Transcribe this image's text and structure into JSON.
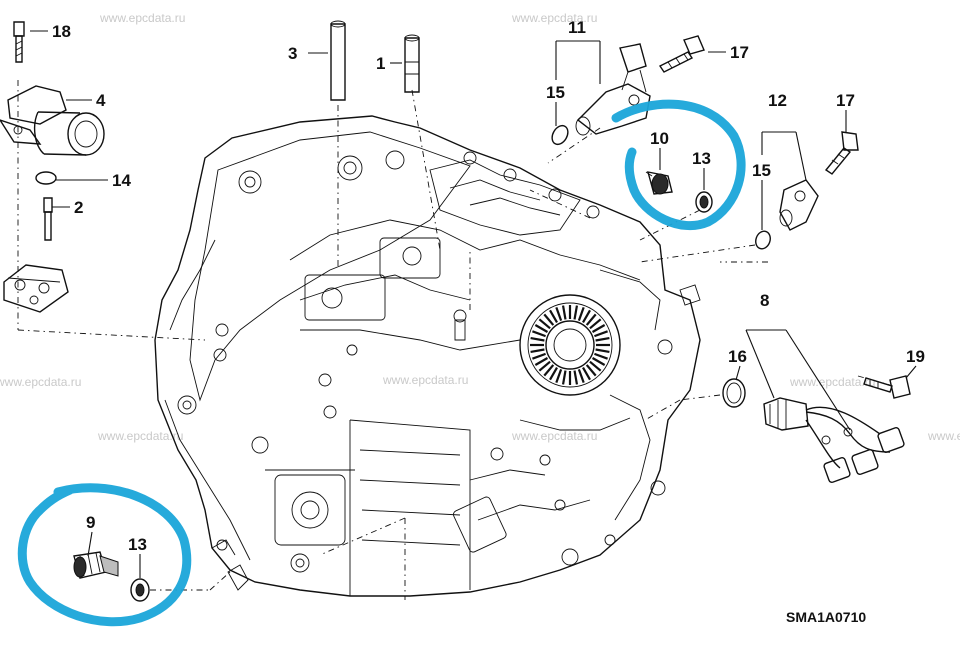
{
  "diagram_code": "SMA1A0710",
  "watermark": "www.epcdata.ru",
  "highlight_color": "#1aa5d9",
  "callouts": {
    "c1": "1",
    "c2": "2",
    "c3": "3",
    "c4": "4",
    "c8": "8",
    "c9": "9",
    "c10": "10",
    "c11": "11",
    "c12": "12",
    "c13a": "13",
    "c13b": "13",
    "c14": "14",
    "c15a": "15",
    "c15b": "15",
    "c16": "16",
    "c17a": "17",
    "c17b": "17",
    "c18": "18",
    "c19": "19"
  },
  "highlighted_parts": [
    "10",
    "13",
    "9",
    "13"
  ]
}
